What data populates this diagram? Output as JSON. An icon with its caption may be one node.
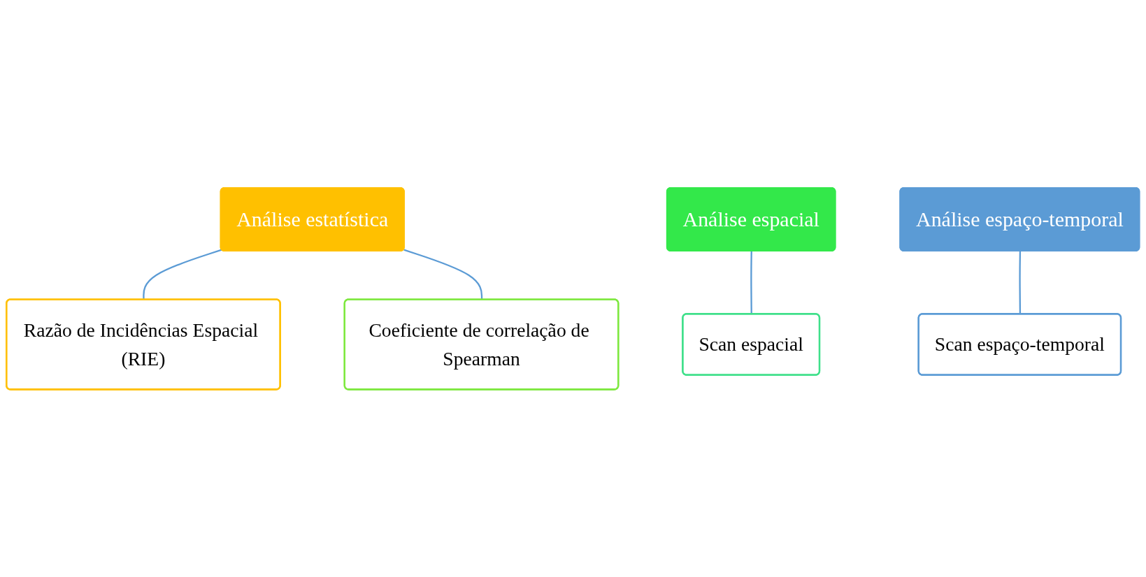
{
  "diagram": {
    "nodes": [
      {
        "text": [
          "Análise estatística"
        ]
      },
      {
        "text": [
          "Razão de Incidências Espacial (RIE)"
        ]
      },
      {
        "text": [
          "Coeficiente de correlação de Spearman"
        ]
      },
      {
        "text": [
          "Análise espacial"
        ]
      },
      {
        "text": [
          "Scan espacial"
        ]
      },
      {
        "text": [
          "Análise espaço-temporal"
        ]
      },
      {
        "text": [
          "Scan espaço-temporal"
        ]
      }
    ],
    "edges": [
      {
        "from": 0,
        "to": 1,
        "arrow": "none"
      },
      {
        "from": 0,
        "to": 2,
        "arrow": "none"
      },
      {
        "from": 3,
        "to": 4,
        "arrow": "none"
      },
      {
        "from": 5,
        "to": 6,
        "arrow": "none"
      }
    ]
  }
}
